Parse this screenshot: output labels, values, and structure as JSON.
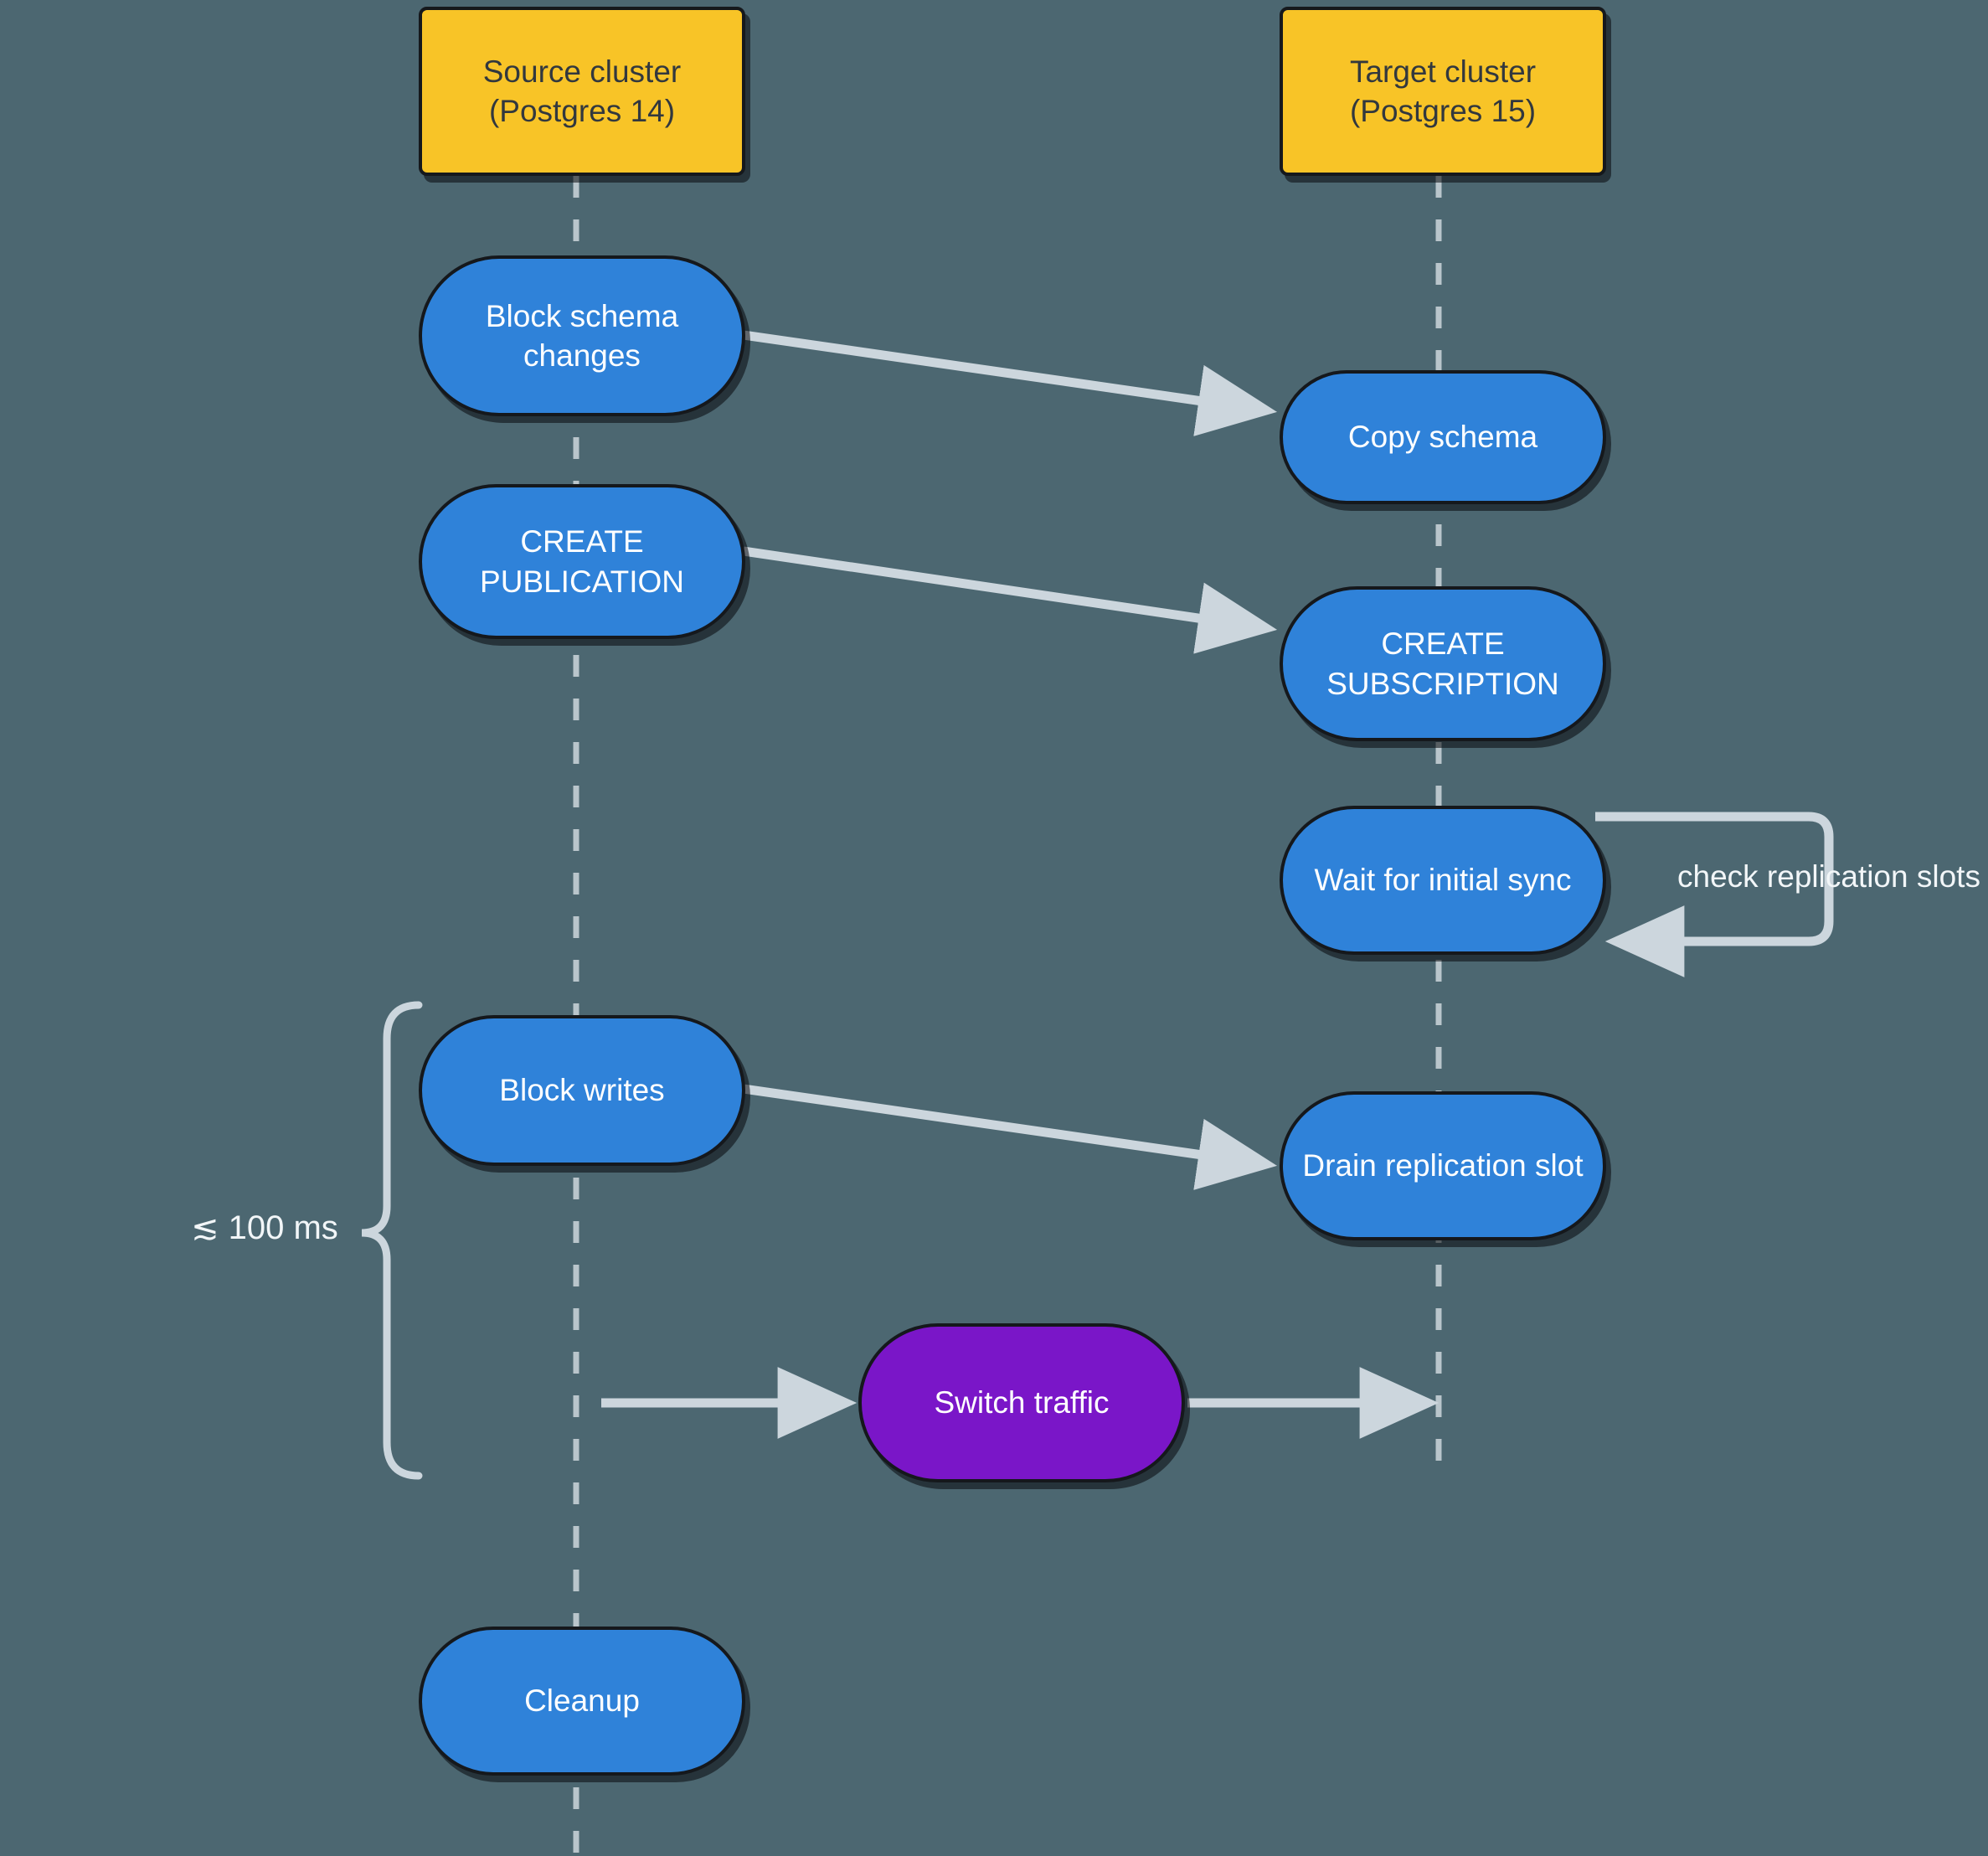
{
  "diagram": {
    "type": "sequence-style-flow",
    "title_visible": false,
    "background_color": "#4c6771",
    "colors": {
      "actor_fill": "#f8c427",
      "actor_text": "#32383e",
      "step_fill": "#2f82d9",
      "step_text": "#ffffff",
      "switch_fill": "#7a16c8",
      "switch_text": "#ffffff",
      "edge": "#ccd6dd",
      "lifeline": "#b9c5cb",
      "node_outline": "#15181c"
    }
  },
  "actors": [
    {
      "id": "source",
      "label": "Source cluster\n(Postgres 14)",
      "line1": "Source cluster",
      "line2": "(Postgres 14)"
    },
    {
      "id": "target",
      "label": "Target cluster\n(Postgres 15)",
      "line1": "Target cluster",
      "line2": "(Postgres 15)"
    }
  ],
  "nodes": [
    {
      "id": "block-schema-changes",
      "label": "Block schema\nchanges",
      "lane": "source",
      "kind": "step"
    },
    {
      "id": "copy-schema",
      "label": "Copy schema",
      "lane": "target",
      "kind": "step"
    },
    {
      "id": "create-publication",
      "label": "CREATE\nPUBLICATION",
      "lane": "source",
      "kind": "step"
    },
    {
      "id": "create-subscription",
      "label": "CREATE\nSUBSCRIPTION",
      "lane": "target",
      "kind": "step"
    },
    {
      "id": "wait-for-initial-sync",
      "label": "Wait for initial sync",
      "lane": "target",
      "kind": "step"
    },
    {
      "id": "block-writes",
      "label": "Block writes",
      "lane": "source",
      "kind": "step"
    },
    {
      "id": "drain-replication-slot",
      "label": "Drain replication slot",
      "lane": "target",
      "kind": "step"
    },
    {
      "id": "switch-traffic",
      "label": "Switch traffic",
      "lane": "middle",
      "kind": "switch"
    },
    {
      "id": "cleanup",
      "label": "Cleanup",
      "lane": "source",
      "kind": "step"
    }
  ],
  "edges": [
    {
      "id": "e1",
      "from": "block-schema-changes",
      "to": "copy-schema",
      "label": ""
    },
    {
      "id": "e2",
      "from": "create-publication",
      "to": "create-subscription",
      "label": ""
    },
    {
      "id": "e3",
      "from": "wait-for-initial-sync",
      "to": "wait-for-initial-sync",
      "label": "check replication slots",
      "self_loop": true
    },
    {
      "id": "e4",
      "from": "block-writes",
      "to": "drain-replication-slot",
      "label": ""
    },
    {
      "id": "e5",
      "from": "source-lifeline",
      "to": "switch-traffic",
      "label": ""
    },
    {
      "id": "e6",
      "from": "switch-traffic",
      "to": "target-lifeline",
      "label": ""
    }
  ],
  "annotations": [
    {
      "id": "downtime-brace",
      "label": "≲ 100 ms",
      "spans": [
        "block-writes",
        "switch-traffic"
      ]
    }
  ],
  "labels": {
    "check_replication_slots": "check replication slots",
    "downtime": "≲ 100 ms"
  }
}
